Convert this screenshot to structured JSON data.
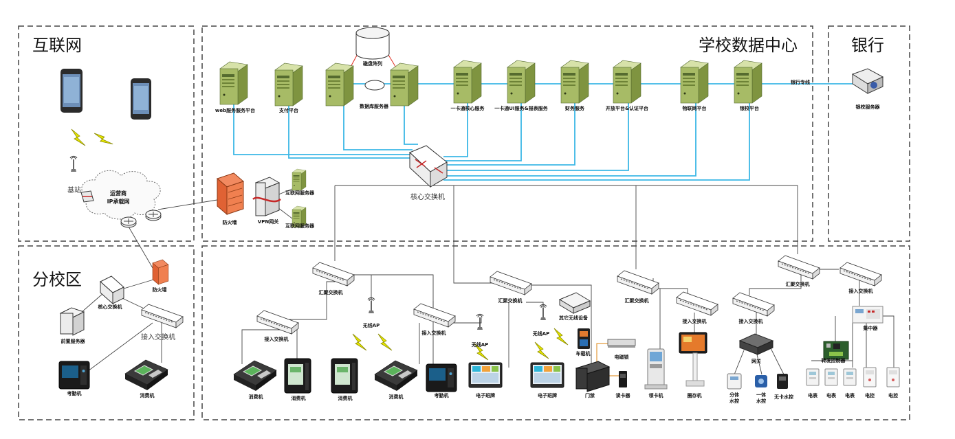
{
  "regions": {
    "internet": "互联网",
    "datacenter": "学校数据中心",
    "bank": "银行",
    "branch": "分校区"
  },
  "servers": [
    {
      "label": "web服务服务平台"
    },
    {
      "label": "支付平台"
    },
    {
      "label": "数据库服务器"
    },
    {
      "label": "一卡通核心服务"
    },
    {
      "label": "一卡通UI服务&报表服务"
    },
    {
      "label": "财务服务"
    },
    {
      "label": "开放平台&认证平台"
    },
    {
      "label": "物联网平台"
    },
    {
      "label": "银校平台"
    }
  ],
  "storage": {
    "label": "磁盘阵列"
  },
  "bank_line": {
    "label": "银行专线"
  },
  "bank_server": {
    "label": "银校服务器"
  },
  "core_switch": {
    "label": "核心交换机"
  },
  "internet_area": {
    "cloud": [
      "运营商",
      "IP承载网"
    ],
    "base_station": "基站",
    "firewall": "防火墙",
    "vpn": "VPN网关",
    "front_server_1": "互联网服务器",
    "front_server_2": "互联网服务器"
  },
  "branch_area": {
    "firewall": "防火墙",
    "core_switch": "核心交换机",
    "front_server": "前置服务器",
    "access_switch": "接入交换机",
    "attendance": "考勤机",
    "pos": "消费机"
  },
  "campus": {
    "agg_switch_1": "汇聚交换机",
    "agg_switch_2": "汇聚交换机",
    "agg_switch_3": "汇聚交换机",
    "agg_switch_4": "汇聚交换机",
    "access_switch_1": "接入交换机",
    "access_switch_2": "接入交换机",
    "access_switch_3": "接入交换机",
    "access_switch_4": "接入交换机",
    "access_switch_5": "接入交换机",
    "wap_1": "无线AP",
    "wap_2": "无线AP",
    "wap_3": "无线AP",
    "other_wireless": "其它无线设备",
    "vehicle": "车载机",
    "lock": "电磁锁",
    "door": "门禁",
    "reader": "读卡器",
    "card_issuer": "领卡机",
    "kiosk": "圈存机",
    "gateway": "网关",
    "water_1": [
      "分体",
      "水控"
    ],
    "water_2": [
      "一体",
      "水控"
    ],
    "water_3": "无卡水控",
    "collector": "集中器",
    "relay_ctrl": "转发控制器",
    "terminals": [
      {
        "label": "消费机"
      },
      {
        "label": "消费机"
      },
      {
        "label": "消费机"
      },
      {
        "label": "消费机"
      },
      {
        "label": "考勤机"
      },
      {
        "label": "电子班牌"
      },
      {
        "label": "电子班牌"
      }
    ],
    "meters": [
      {
        "label": "电表"
      },
      {
        "label": "电表"
      },
      {
        "label": "电表"
      },
      {
        "label": "电控"
      },
      {
        "label": "电控"
      }
    ]
  },
  "colors": {
    "link": "#3bb7e6",
    "wire": "#444444",
    "red_link": "#e23a2e",
    "server_top": "#c8d69a",
    "server_front": "#9bb05a",
    "dash": "#444444"
  }
}
